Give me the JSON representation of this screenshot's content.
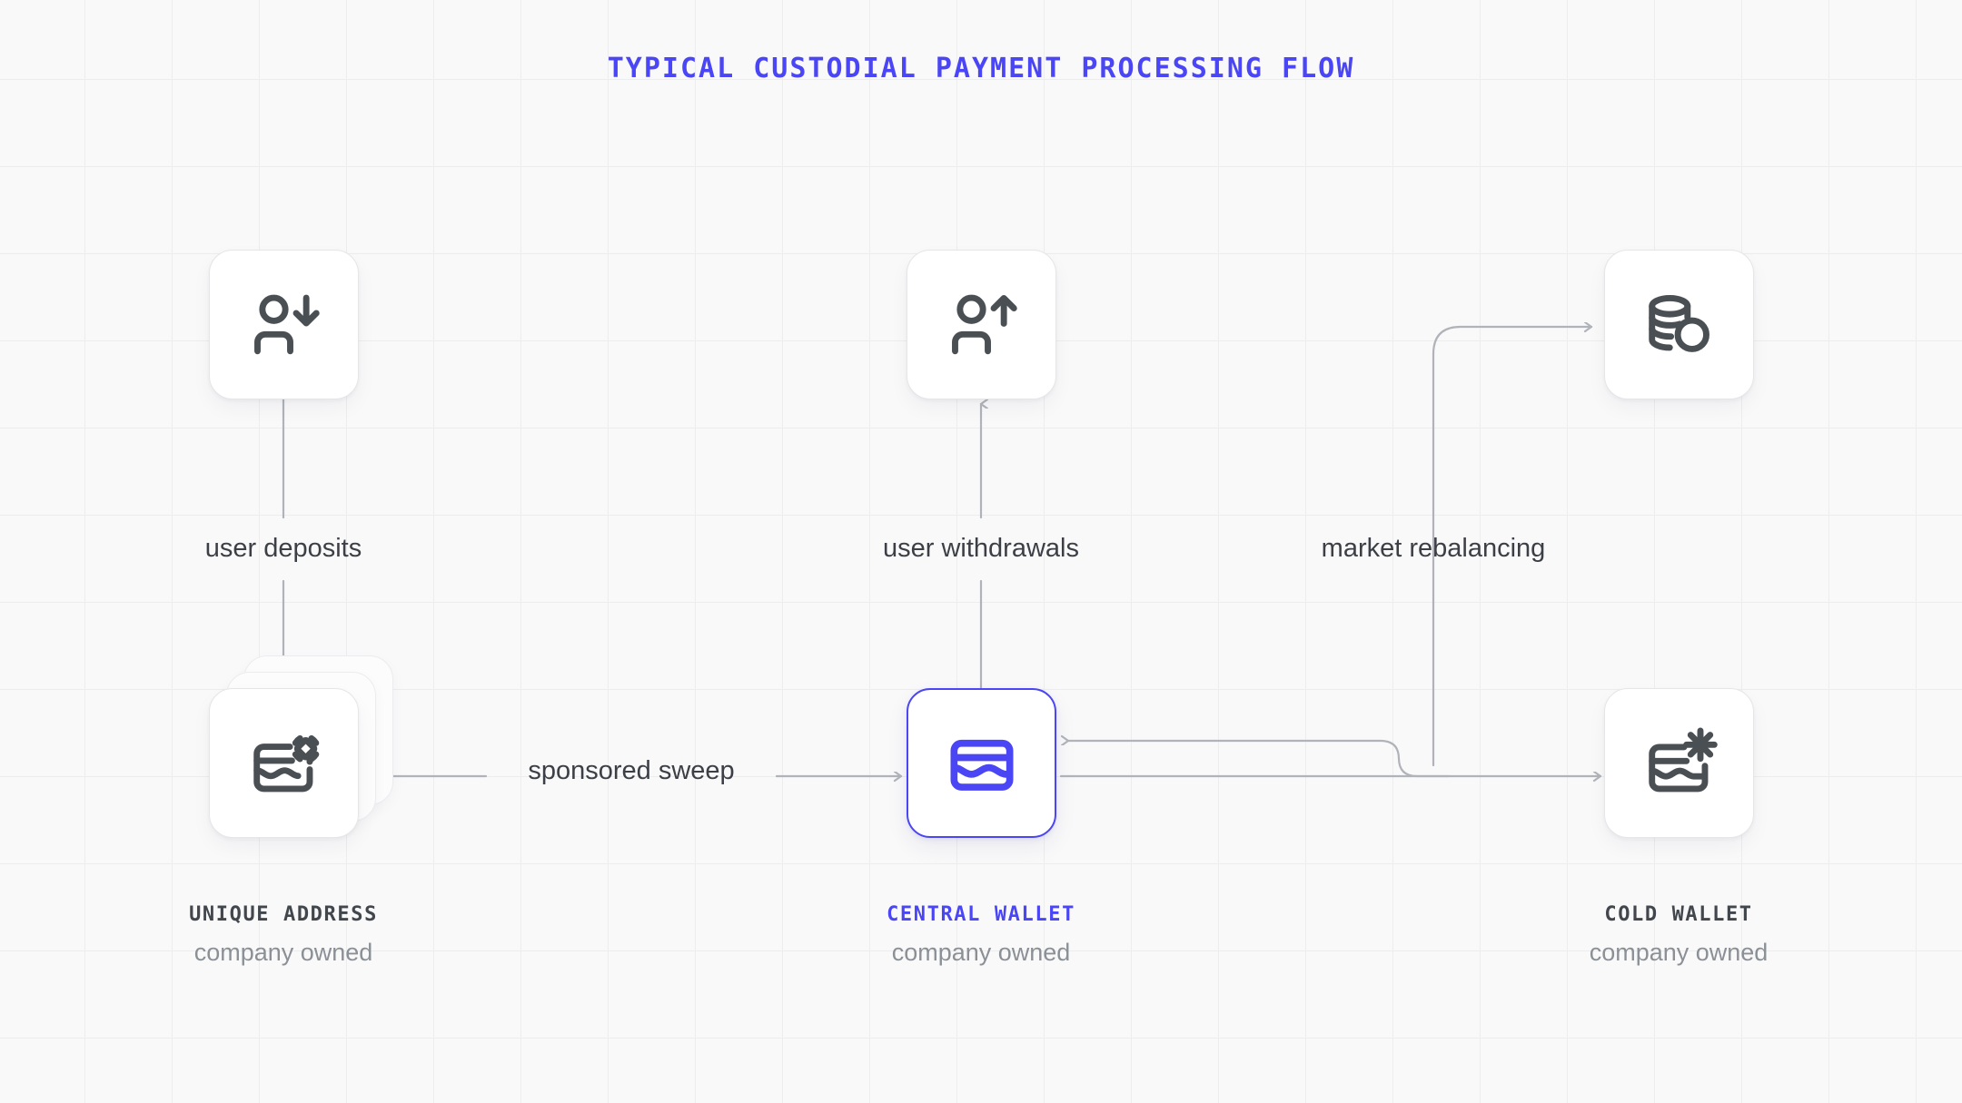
{
  "diagram": {
    "title": "TYPICAL CUSTODIAL PAYMENT PROCESSING FLOW",
    "accent_color": "#4b46f5",
    "line_color": "#b0b4ba",
    "icon_color": "#4a4f54",
    "background_color": "#f9f9fa",
    "grid_color": "#ededf0"
  },
  "nodes": [
    {
      "id": "user-deposit",
      "icon": "user-arrow-down-icon",
      "name": "",
      "sub": ""
    },
    {
      "id": "user-withdrawal",
      "icon": "user-arrow-up-icon",
      "name": "",
      "sub": ""
    },
    {
      "id": "market",
      "icon": "coins-stack-icon",
      "name": "",
      "sub": ""
    },
    {
      "id": "unique-address",
      "icon": "wallet-scan-icon",
      "name": "UNIQUE ADDRESS",
      "sub": "company owned"
    },
    {
      "id": "central-wallet",
      "icon": "wallet-icon",
      "name": "CENTRAL WALLET",
      "sub": "company owned"
    },
    {
      "id": "cold-wallet",
      "icon": "wallet-snowflake-icon",
      "name": "COLD WALLET",
      "sub": "company owned"
    }
  ],
  "edges": [
    {
      "id": "deposits",
      "label": "user deposits"
    },
    {
      "id": "withdrawals",
      "label": "user withdrawals"
    },
    {
      "id": "rebalancing",
      "label": "market rebalancing"
    },
    {
      "id": "sweep",
      "label": "sponsored sweep"
    }
  ]
}
